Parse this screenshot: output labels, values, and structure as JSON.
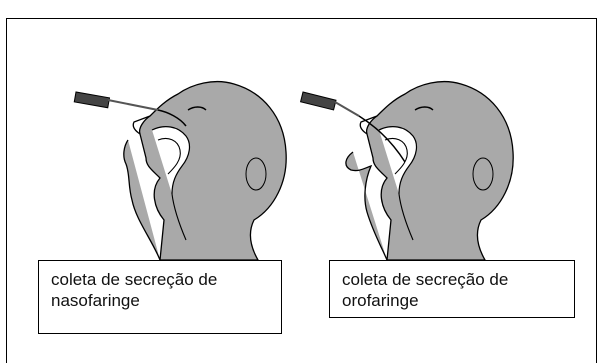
{
  "captions": {
    "left": [
      "coleta de secreção de",
      "nasofaringe"
    ],
    "right": [
      "coleta de secreção de",
      "orofaringe"
    ]
  },
  "colors": {
    "head": "#a9a9a9",
    "outline": "#000000",
    "swab": "#444444"
  }
}
